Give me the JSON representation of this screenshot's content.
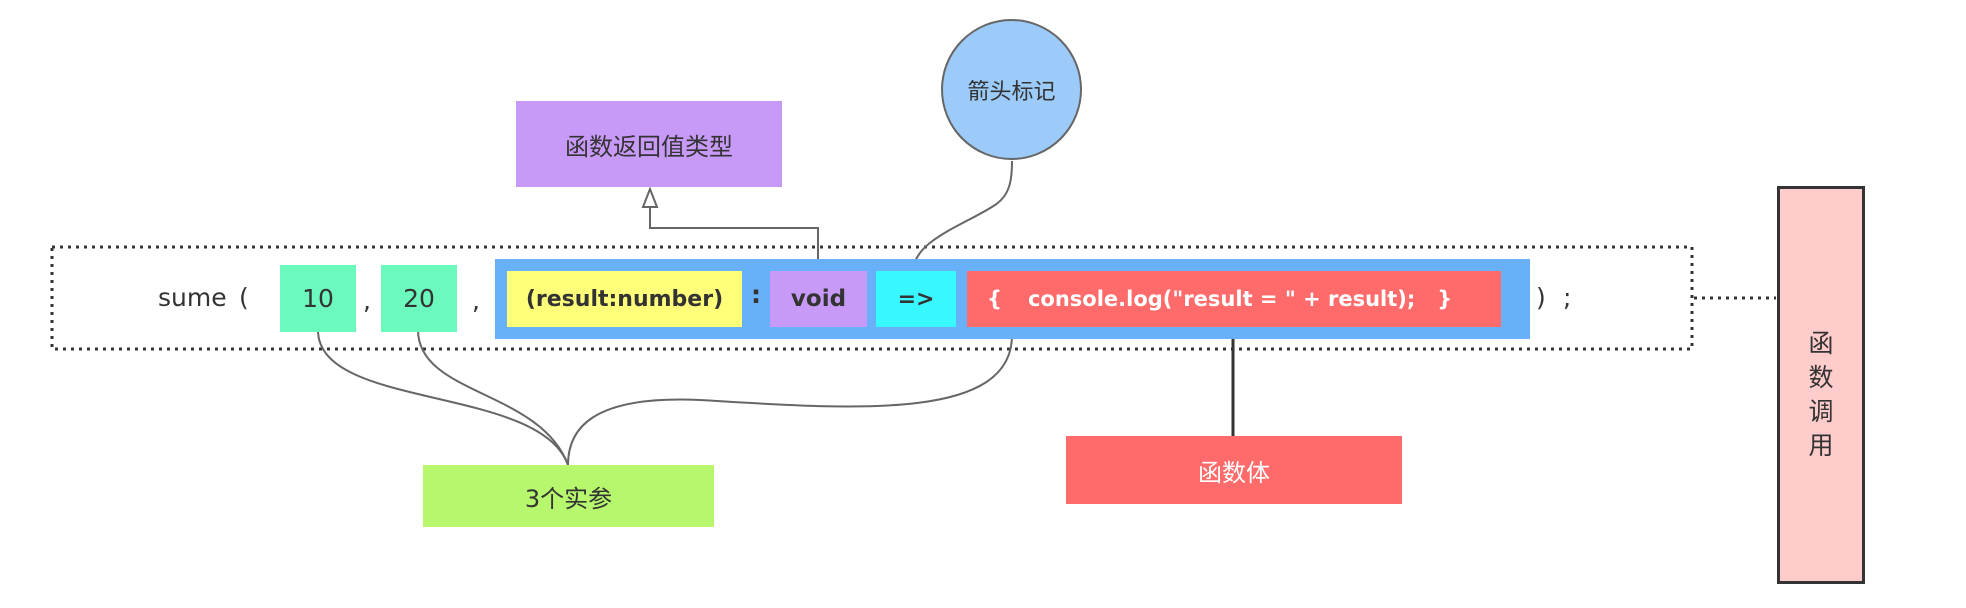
{
  "colors": {
    "arg_green": "#6BF9BE",
    "param_yellow": "#FFFF7A",
    "return_purple": "#C79AF7",
    "arrow_cyan": "#38F8FF",
    "body_red": "#FF6B6B",
    "arrow_fn_blue": "#68B0F7",
    "circle_blue": "#9CCBFA",
    "args_label_green": "#B6F76E",
    "call_pink": "#FFCCCC"
  },
  "code": {
    "fn_name": "sume",
    "open_paren": "(",
    "arg1": "10",
    "comma1": ",",
    "arg2": "20",
    "comma2": ",",
    "params": "(result:number)",
    "colon": ":",
    "return_type": "void",
    "arrow": "=>",
    "body_open": "{",
    "body_code": "console.log(\"result = \" + result);",
    "body_close": "}",
    "close_paren": ")",
    "semicolon": ";"
  },
  "labels": {
    "return_type_label": "函数返回值类型",
    "arrow_label": "箭头标记",
    "args_label": "3个实参",
    "body_label": "函数体",
    "call_label_chars": [
      "函",
      "数",
      "调",
      "用"
    ]
  }
}
